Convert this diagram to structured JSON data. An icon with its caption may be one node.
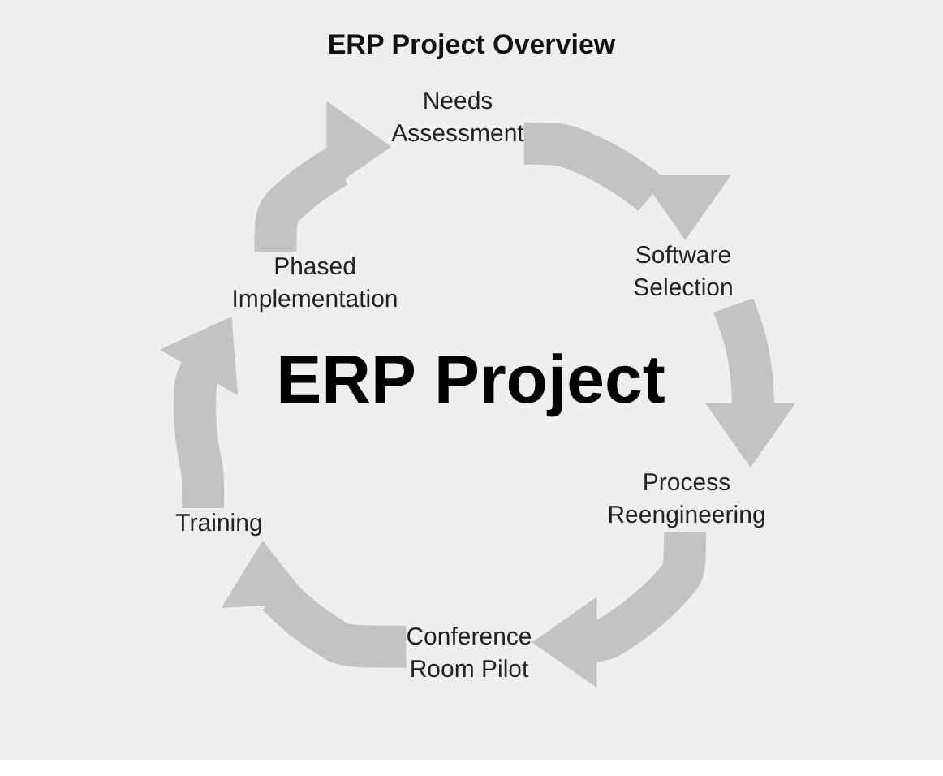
{
  "diagram": {
    "title": "ERP Project Overview",
    "nodes": [
      {
        "text": [
          "Needs Assessment"
        ]
      },
      {
        "text": [
          "Software Selection"
        ]
      },
      {
        "text": [
          "Process Reengineering"
        ]
      },
      {
        "text": [
          "Conference Room Pilot"
        ]
      },
      {
        "text": [
          "Training"
        ]
      },
      {
        "text": [
          "Phased Implementation"
        ]
      }
    ],
    "edges": [
      {
        "from": 0,
        "to": 1,
        "arrow": "to"
      },
      {
        "from": 1,
        "to": 2,
        "arrow": "to"
      },
      {
        "from": 2,
        "to": 3,
        "arrow": "to"
      },
      {
        "from": 3,
        "to": 4,
        "arrow": "to"
      },
      {
        "from": 4,
        "to": 5,
        "arrow": "to"
      },
      {
        "from": 5,
        "to": 0,
        "arrow": "to"
      }
    ],
    "labels": [
      "ERP Project"
    ]
  }
}
